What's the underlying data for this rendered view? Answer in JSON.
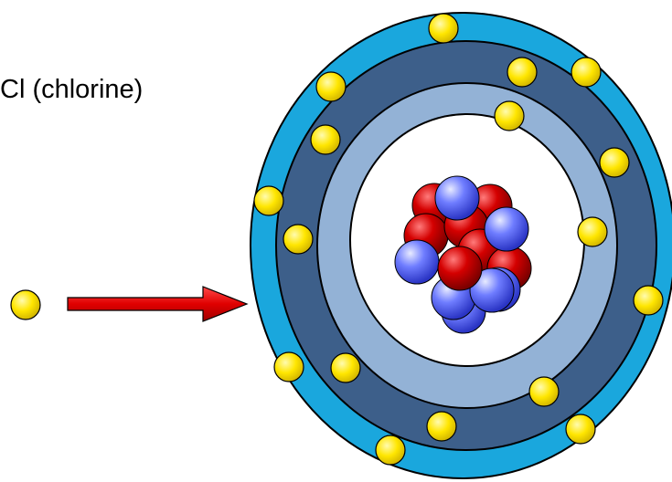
{
  "element_label": "Cl (chlorine)",
  "colors": {
    "outer_shell": "#1aa7dd",
    "middle_shell": "#3d5f8a",
    "inner_shell": "#93b2d6",
    "nucleus_bg": "#ffffff",
    "electron": "#ffe600",
    "proton": "#cc0000",
    "neutron": "#4f5ef5",
    "arrow": "#e00000"
  },
  "icons": {
    "incoming_electron": "electron-icon",
    "arrow": "arrow-right-icon"
  },
  "counts": {
    "shell_electrons": 17,
    "nucleus_particles": 14
  }
}
